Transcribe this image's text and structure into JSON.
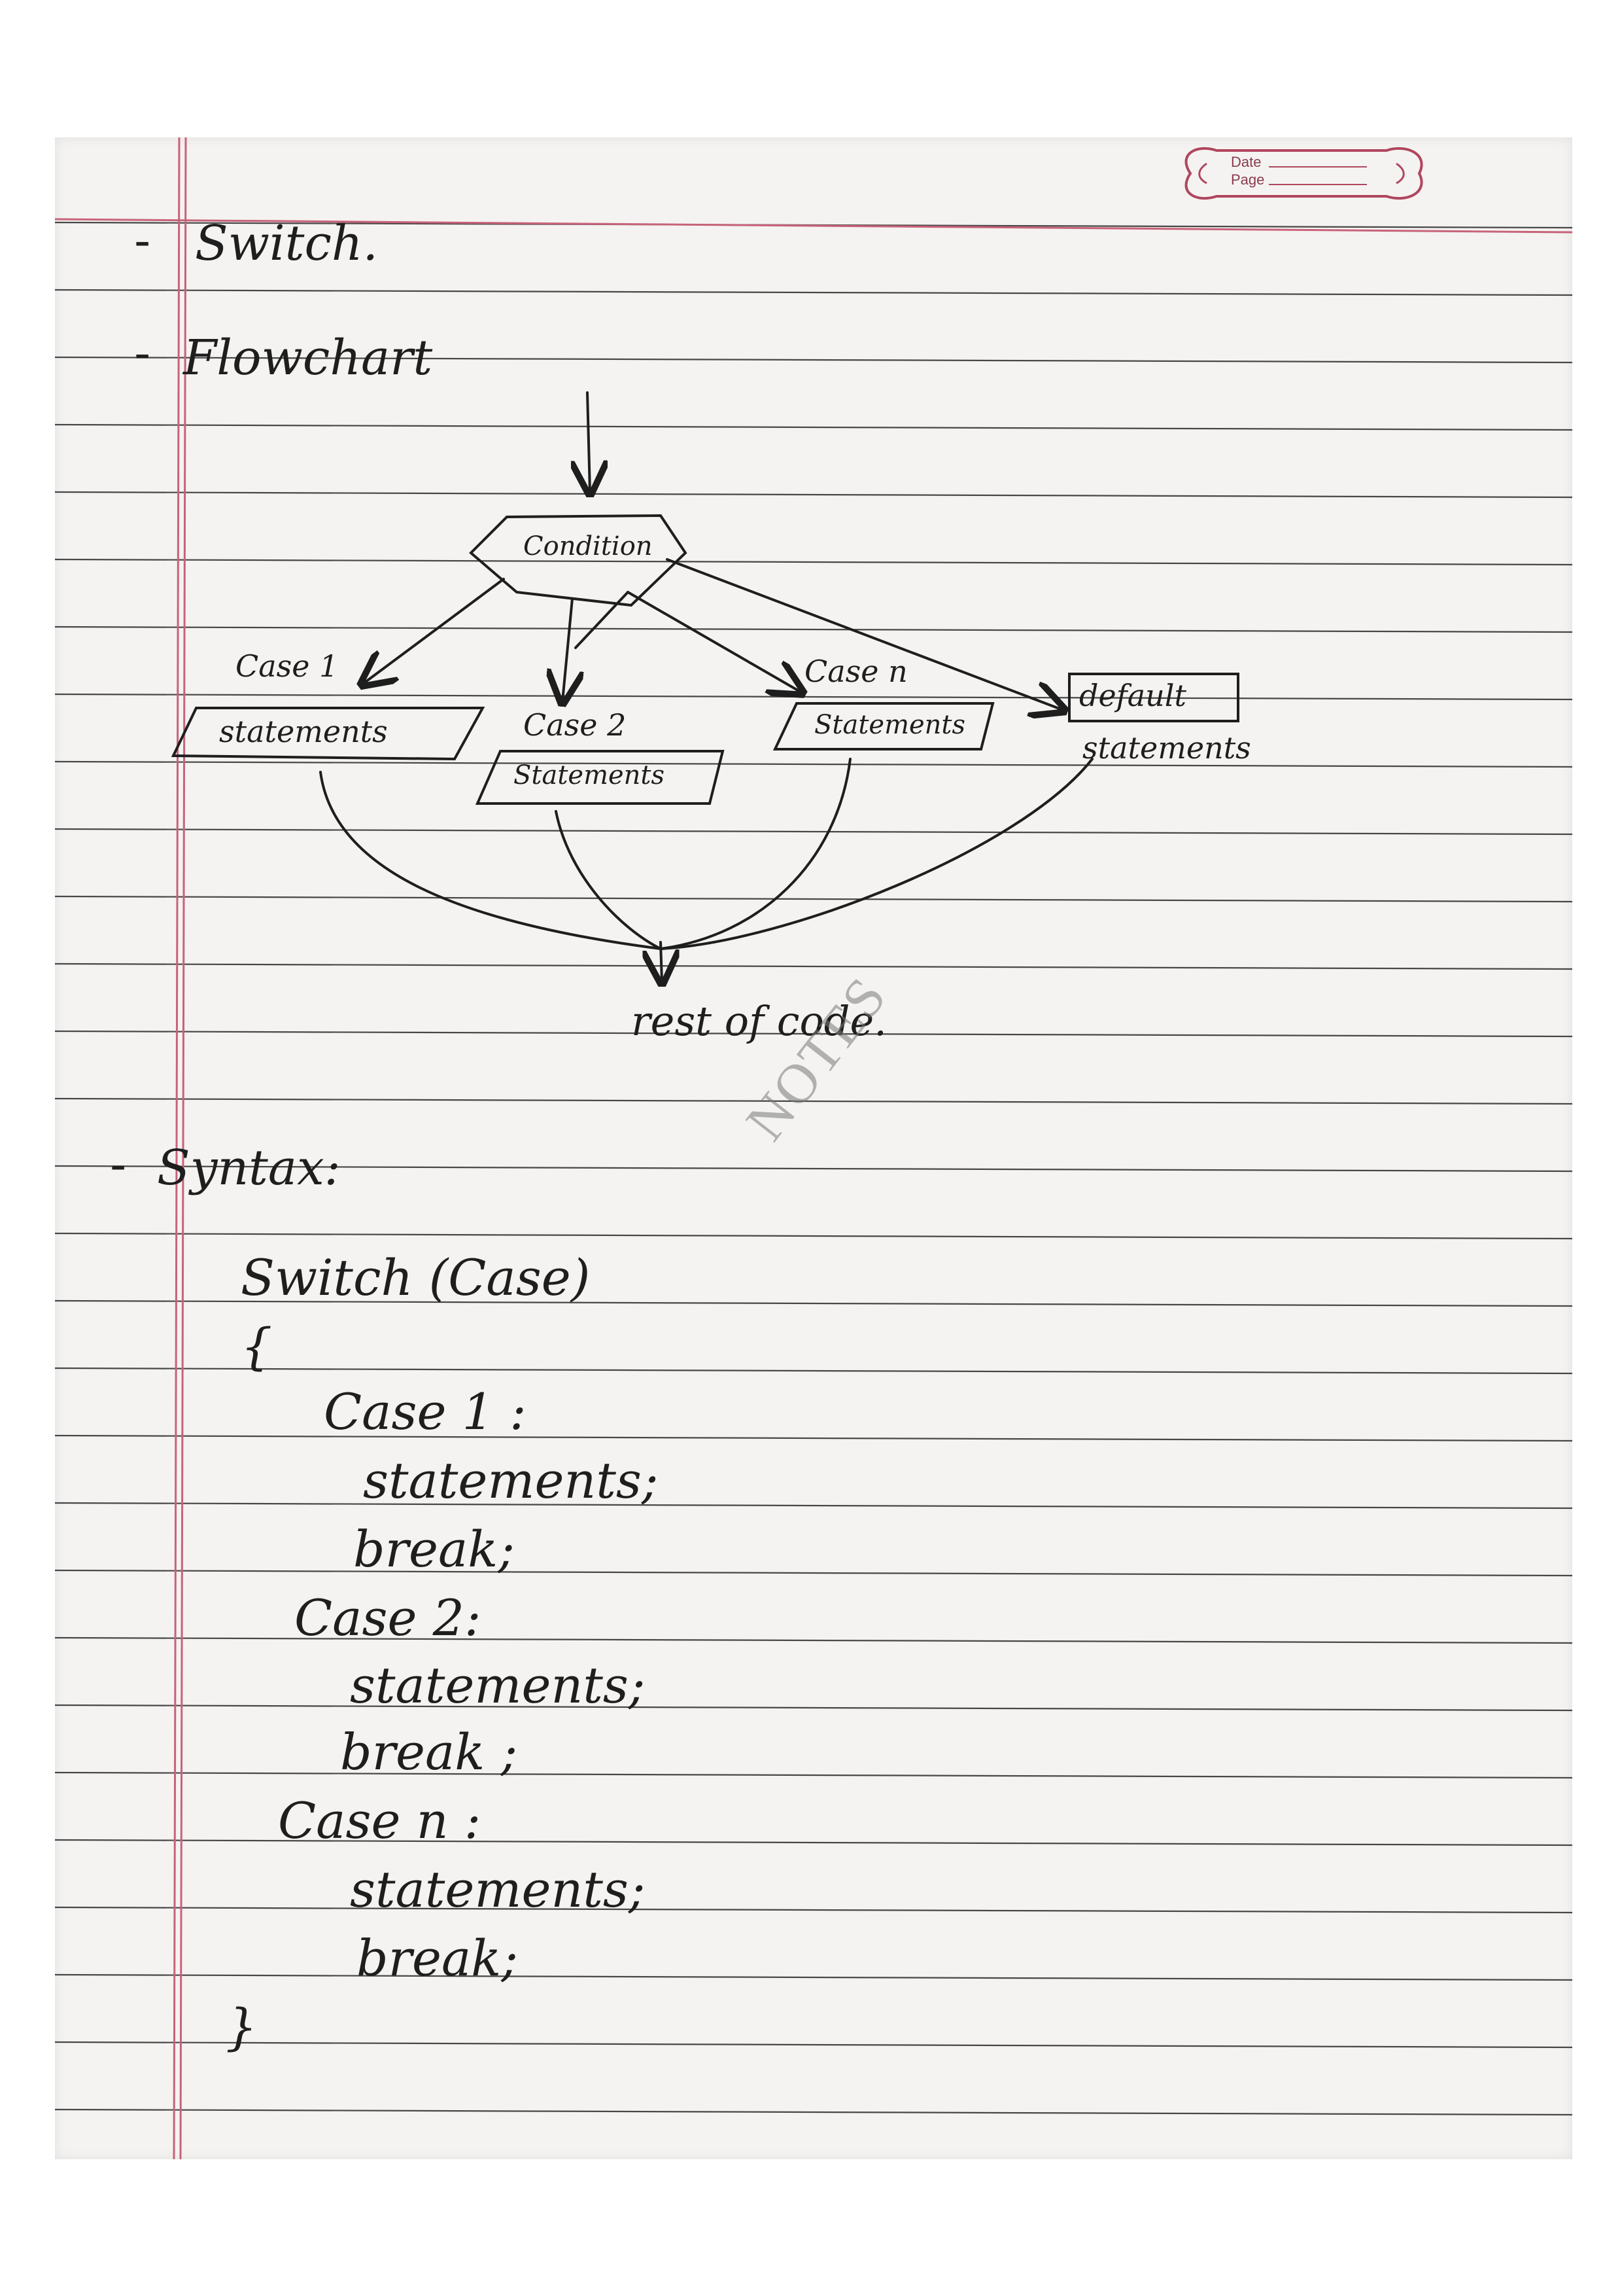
{
  "corner_stamp": {
    "date_label": "Date",
    "page_label": "Page"
  },
  "headings": {
    "switch": "Switch.",
    "flowchart": "Flowchart",
    "syntax": "Syntax:"
  },
  "bullets": {
    "dash": "-"
  },
  "flowchart": {
    "condition": "Condition",
    "case1_label": "Case 1",
    "case1_box": "statements",
    "case2_label": "Case 2",
    "case2_box": "Statements",
    "casen_label": "Case n",
    "casen_box": "Statements",
    "default_box": "default",
    "default_statements": "statements",
    "rest_of_code": "rest of code."
  },
  "syntax_code": {
    "line1": "Switch (Case)",
    "line2": "{",
    "line3": "Case 1 :",
    "line4": "statements;",
    "line5": "break;",
    "line6": "Case 2:",
    "line7": "statements;",
    "line8": "break ;",
    "line9": "Case n :",
    "line10": "statements;",
    "line11": "break;",
    "line12": "}"
  },
  "watermark": "NOTES",
  "colors": {
    "paper": "#f4f3f1",
    "rule_lines": "#2a2a2a",
    "margin_line": "#c8627a",
    "ink": "#1e1e1e"
  }
}
